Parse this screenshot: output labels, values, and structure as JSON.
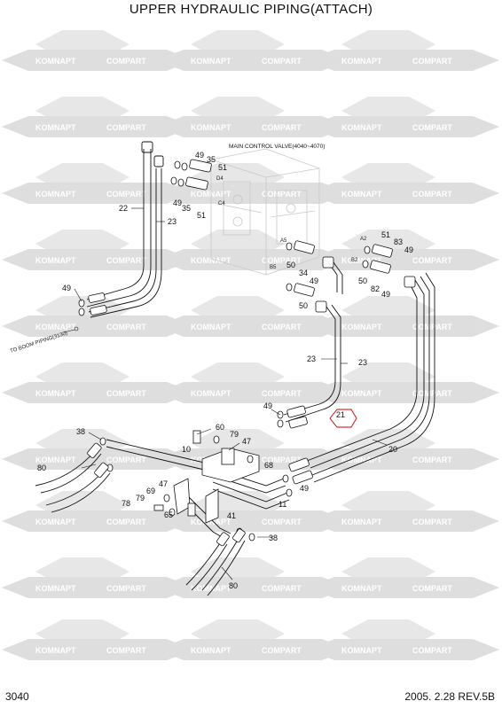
{
  "title": "UPPER HYDRAULIC PIPING(ATTACH)",
  "footer": {
    "page_code": "3040",
    "revision": "2005. 2.28  REV.5B"
  },
  "watermark": {
    "brand_a": "KOMNAPT",
    "brand_b": "COMPART"
  },
  "valve_label": "MAIN CONTROL VALVE(4040~4070)",
  "boom_note": "TO BOOM PIPING(3130)",
  "port_labels": [
    "D4",
    "C4",
    "A2",
    "B2",
    "B5",
    "A5"
  ],
  "callouts": {
    "c49a": "49",
    "c35a": "35",
    "c51a": "51",
    "c49b": "49",
    "c35b": "35",
    "c51b": "51",
    "c22": "22",
    "c23a": "23",
    "c49c": "49",
    "c50a": "50",
    "c34": "34",
    "c49d": "49",
    "c50b": "50",
    "c51c": "51",
    "c83": "83",
    "c49e": "49",
    "c50c": "50",
    "c82": "82",
    "c49f": "49",
    "c23b": "23",
    "c23c": "23",
    "c49g": "49",
    "c21": "21",
    "c20": "20",
    "c38a": "38",
    "c60": "60",
    "c79a": "79",
    "c47a": "47",
    "c10": "10",
    "c80a": "80",
    "c68": "68",
    "c49h": "49",
    "c79b": "79",
    "c69": "69",
    "c47b": "47",
    "c11": "11",
    "c78": "78",
    "c65": "65",
    "c41": "41",
    "c38b": "38",
    "c80b": "80"
  }
}
